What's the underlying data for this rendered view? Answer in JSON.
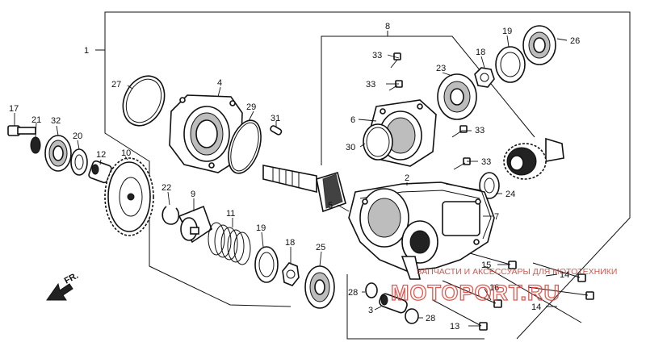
{
  "callouts": {
    "p1": "1",
    "p2": "2",
    "p3": "3",
    "p4": "4",
    "p5": "5",
    "p6": "6",
    "p7": "7",
    "p8": "8",
    "p9": "9",
    "p10": "10",
    "p11": "11",
    "p12": "12",
    "p13": "13",
    "p14a": "14",
    "p14b": "14",
    "p15": "15",
    "p16": "16",
    "p17": "17",
    "p18a": "18",
    "p18b": "18",
    "p19a": "19",
    "p19b": "19",
    "p20": "20",
    "p21": "21",
    "p22": "22",
    "p23": "23",
    "p24": "24",
    "p25": "25",
    "p26": "26",
    "p27": "27",
    "p28a": "28",
    "p28b": "28",
    "p29": "29",
    "p30": "30",
    "p31": "31",
    "p32": "32",
    "p33a": "33",
    "p33b": "33",
    "p33c": "33",
    "p33d": "33"
  },
  "direction_label": "FR.",
  "watermark": {
    "line1": "ЗАПЧАСТИ И АКСЕССУАРЫ ДЛЯ МОТОТЕХНИКИ",
    "line2": "MOTOPORT.RU"
  }
}
